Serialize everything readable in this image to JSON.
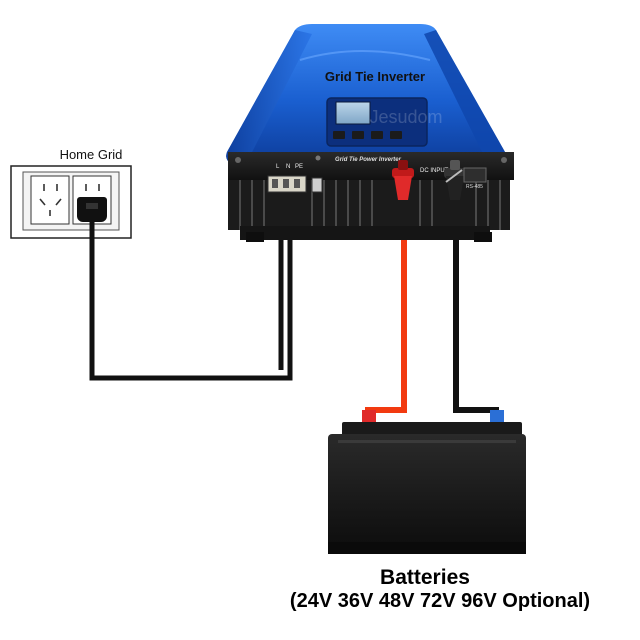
{
  "home_grid": {
    "label": "Home Grid"
  },
  "inverter": {
    "title": "Grid Tie Inverter",
    "panel_label": "Grid Tie Power Inverter",
    "terminal_labels": [
      "L",
      "N",
      "PE"
    ],
    "dc_input_label": "DC INPUT",
    "comm_port_label": "RS-485",
    "watermark": "Jesudom"
  },
  "battery": {
    "title": "Batteries",
    "voltage_options": "(24V 36V 48V 72V 96V Optional)"
  },
  "colors": {
    "inverter_body": "#1e63d6",
    "inverter_dark": "#0b2f7a",
    "heatsink": "#1b1b1b",
    "battery_body": "#151515",
    "positive_wire": "#f23a10",
    "negative_wire": "#111111",
    "positive_terminal": "#e02a2a",
    "negative_terminal": "#2b6fd6"
  }
}
